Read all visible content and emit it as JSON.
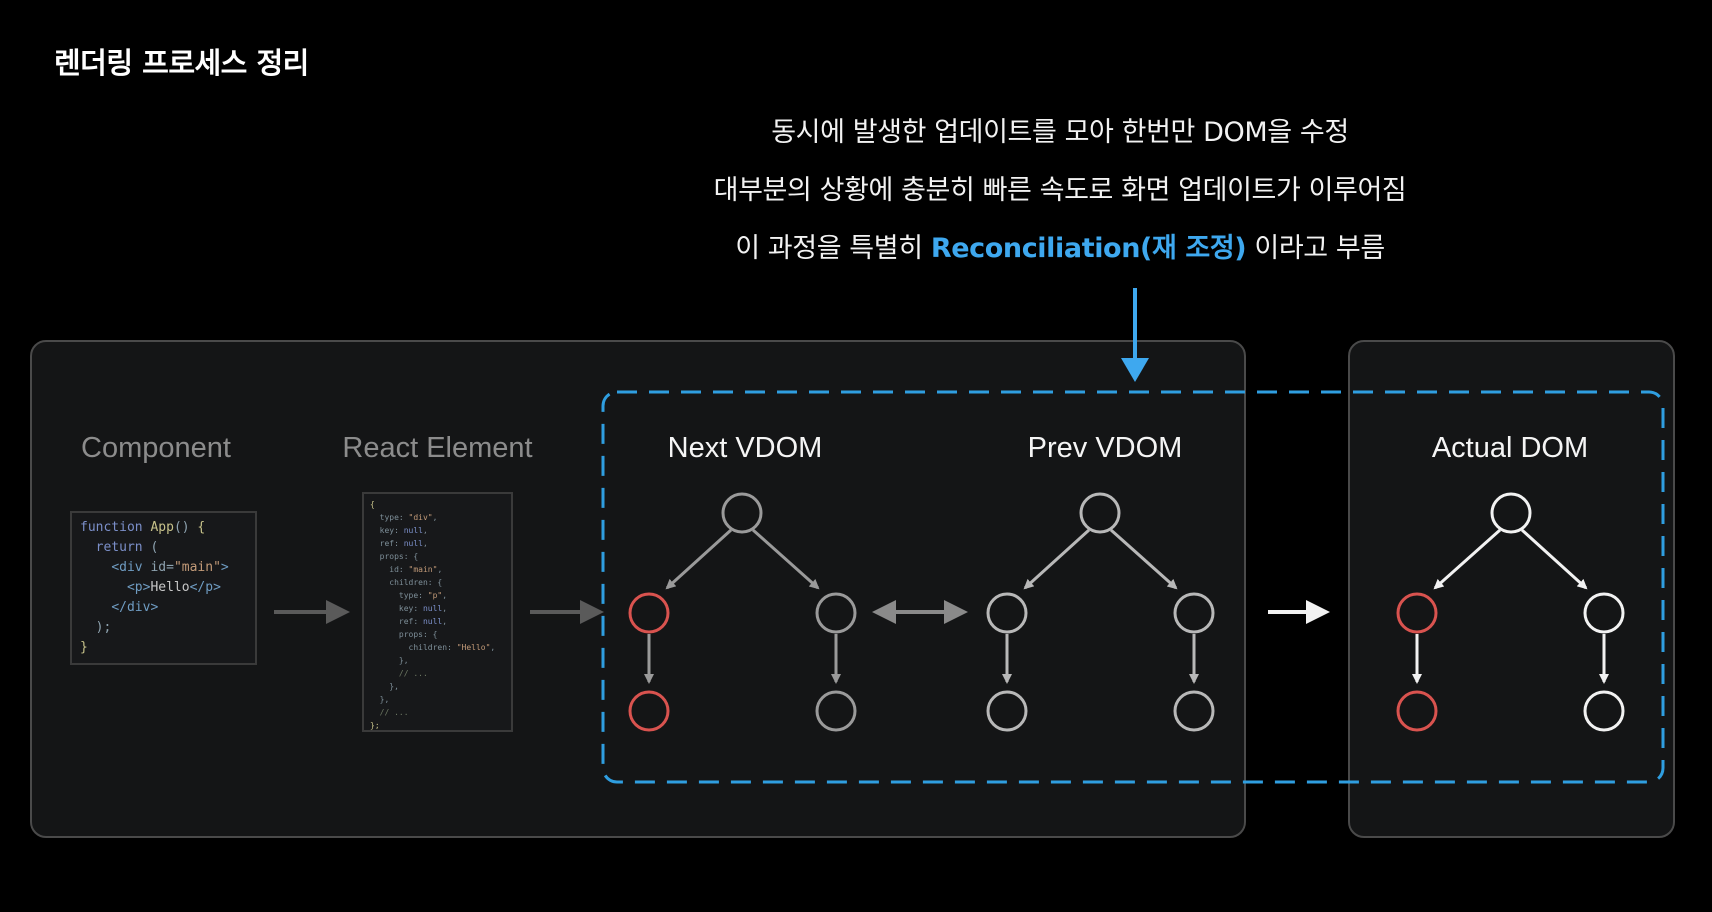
{
  "title": "렌더링 프로세스 정리",
  "captions": {
    "line1": "동시에 발생한 업데이트를 모아 한번만 DOM을 수정",
    "line2": "대부분의 상황에 충분히 빠른 속도로 화면 업데이트가 이루어짐",
    "line3_prefix": "이 과정을 특별히 ",
    "line3_highlight": "Reconciliation(재 조정)",
    "line3_suffix": " 이라고 부름"
  },
  "stages": {
    "component": "Component",
    "react_element": "React Element",
    "next_vdom": "Next VDOM",
    "prev_vdom": "Prev VDOM",
    "actual_dom": "Actual DOM"
  },
  "code": {
    "component_lines": [
      "function App() {",
      "  return (",
      "    <div id=\"main\">",
      "      <p>Hello</p>",
      "    </div>",
      "  );",
      "}"
    ],
    "element_lines": [
      "{",
      "  type: \"div\",",
      "  key: null,",
      "  ref: null,",
      "  props: {",
      "    id: \"main\",",
      "    children: {",
      "      type: \"p\",",
      "      key: null,",
      "      ref: null,",
      "      props: {",
      "        children: \"Hello\",",
      "      },",
      "      // ...",
      "    },",
      "  },",
      "  // ...",
      "};"
    ]
  },
  "colors": {
    "highlight": "#3ea8ef",
    "changed_node": "#d9534f",
    "next_node": "#9a9a9a",
    "prev_node": "#b8b8b8",
    "actual_node": "#f2f2f2"
  },
  "icons": [
    "arrow-right-icon",
    "double-arrow-icon",
    "arrow-down-icon"
  ]
}
